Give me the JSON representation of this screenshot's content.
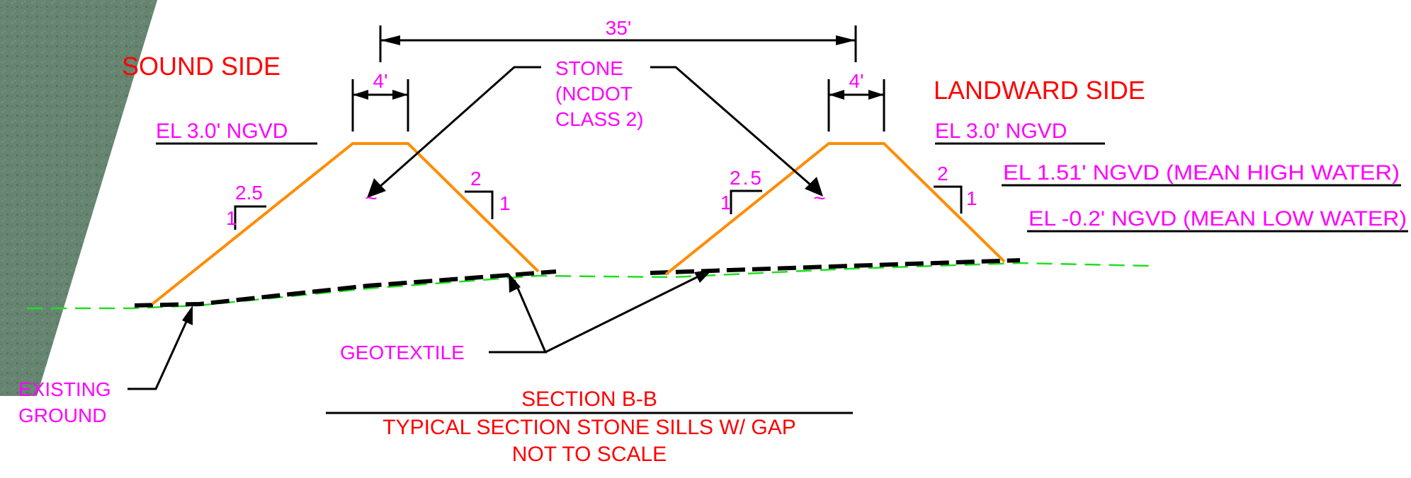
{
  "colors": {
    "sill_outline": "#ff8c00",
    "label_magenta": "#ff00ff",
    "label_red": "#ff0000",
    "existing_ground": "#22dd22",
    "geotextile": "#000000",
    "aerial_background": "#5f7f6a"
  },
  "labels": {
    "sound_side": "SOUND SIDE",
    "landward_side": "LANDWARD SIDE",
    "el_left": "EL 3.0' NGVD",
    "el_right": "EL 3.0' NGVD",
    "el_mhw": "EL 1.51'  NGVD (MEAN HIGH WATER)",
    "el_mlw": "EL -0.2' NGVD (MEAN LOW WATER)",
    "stone_line1": "STONE",
    "stone_line2": "(NCDOT",
    "stone_line3": "CLASS 2)",
    "geotextile": "GEOTEXTILE",
    "existing_line1": "EXISTING",
    "existing_line2": "GROUND"
  },
  "dimensions": {
    "overall_width": "35'",
    "crest_width_left": "4'",
    "crest_width_right": "4'"
  },
  "slopes": {
    "left_sill_front_run": "2.5",
    "left_sill_front_rise": "1",
    "left_sill_back_run": "2",
    "left_sill_back_rise": "1",
    "right_sill_front_run": "2.5",
    "right_sill_front_rise": "1",
    "right_sill_back_run": "2",
    "right_sill_back_rise": "1"
  },
  "stone_symbol": "~",
  "title": {
    "line1": "SECTION B-B",
    "line2": "TYPICAL SECTION STONE SILLS W/ GAP",
    "line3": "NOT TO SCALE"
  }
}
